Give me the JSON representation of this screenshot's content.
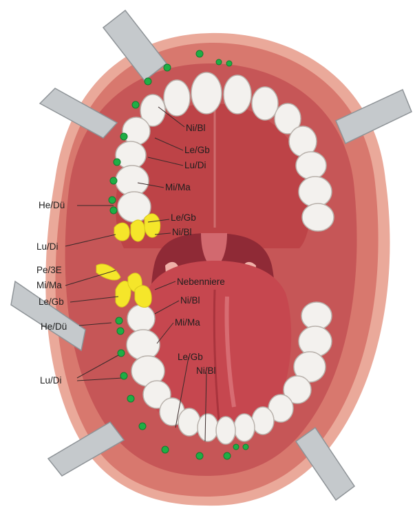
{
  "labels": {
    "upper_right_1": "Ni/Bl",
    "upper_right_2": "Le/Gb",
    "upper_right_3": "Lu/Di",
    "upper_right_4": "Mi/Ma",
    "upper_right_5": "Le/Gb",
    "upper_right_6": "Ni/Bl",
    "left_he_du_upper": "He/Dü",
    "left_lu_di_upper": "Lu/Di",
    "left_pe_3e": "Pe/3E",
    "left_mi_ma": "Mi/Ma",
    "left_le_gb": "Le/Gb",
    "left_he_du_lower": "He/Dü",
    "left_lu_di_lower": "Lu/Di",
    "lower_nebenniere": "Nebenniere",
    "lower_ni_bl_1": "Ni/Bl",
    "lower_mi_ma": "Mi/Ma",
    "lower_le_gb": "Le/Gb",
    "lower_ni_bl_2": "Ni/Bl"
  },
  "colors": {
    "acupoint": "#1fae45",
    "tonsil_marker": "#f5e62a",
    "lip": "#d98479",
    "mucosa": "#c9585a",
    "palate": "#c04448",
    "throat": "#9e2f3a",
    "tongue": "#c7484f",
    "tooth": "#f3f1ee",
    "retractor": "#c5c9cc"
  }
}
